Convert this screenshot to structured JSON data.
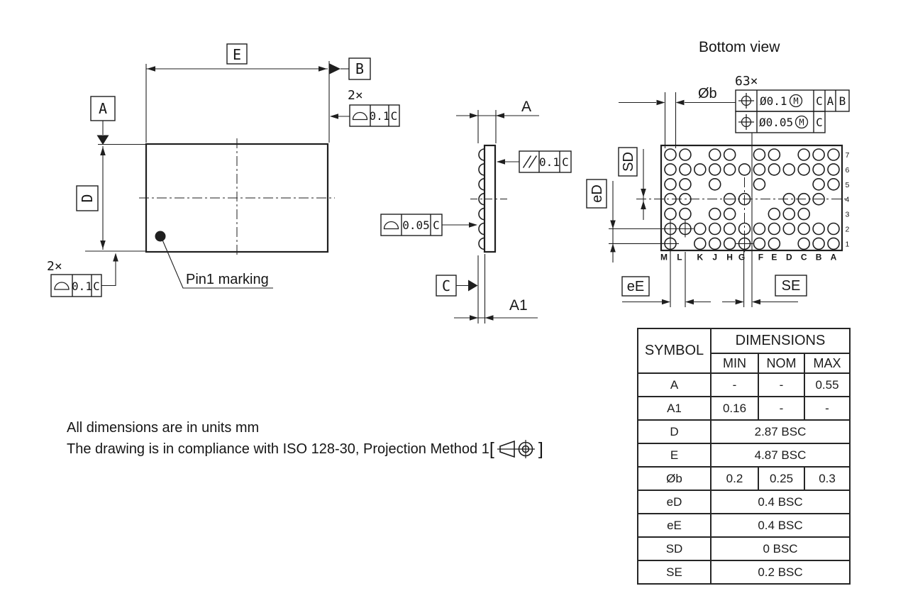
{
  "notes": {
    "line1": "All dimensions are in units mm",
    "line2_prefix": "The drawing is in compliance with ISO 128-30, Projection Method 1 ",
    "bracket_open": "[",
    "bracket_close": "]"
  },
  "colors": {
    "ink": "#1f1f1f",
    "background": "#ffffff"
  },
  "icons": {
    "profile_of_surface": "half-disc",
    "parallelism": "//",
    "position": "crosshair-circle",
    "mmc": "circled-M",
    "first_angle_projection": "cone-and-target",
    "datum_anchor": "filled-triangle"
  },
  "top_view": {
    "dim_e": "E",
    "dim_d": "D",
    "datum_a": "A",
    "datum_b": "B",
    "qty_top": "2×",
    "fcf_top": {
      "tol": "0.1",
      "datum": "C"
    },
    "qty_bottom": "2×",
    "fcf_bottom": {
      "tol": "0.1",
      "datum": "C"
    },
    "pin1_label": "Pin1 marking"
  },
  "side_view": {
    "dim_a": "A",
    "dim_a1": "A1",
    "datum_c": "C",
    "fcf_parallel": {
      "sym": "//",
      "tol": "0.1",
      "datum": "C"
    },
    "fcf_profile": {
      "sym": "profile-of-surface",
      "tol": "0.05",
      "datum": "C"
    }
  },
  "bottom_view": {
    "title": "Bottom view",
    "dim_b": "Øb",
    "qty": "63×",
    "fcf1": {
      "value": "Ø0.1",
      "mod": "M",
      "datums": [
        "C",
        "A",
        "B"
      ]
    },
    "fcf2": {
      "value": "Ø0.05",
      "mod": "M",
      "datums": [
        "C"
      ]
    },
    "labels": {
      "sd": "SD",
      "ed": "eD",
      "ee": "eE",
      "se": "SE"
    },
    "columns": [
      "M",
      "L",
      "K",
      "J",
      "H",
      "G",
      "F",
      "E",
      "D",
      "C",
      "B",
      "A"
    ],
    "rows": [
      "7",
      "6",
      "5",
      "4",
      "3",
      "2",
      "1"
    ],
    "ball_map": {
      "7": [
        "M",
        "L",
        "J",
        "H",
        "F",
        "E",
        "C",
        "B",
        "A"
      ],
      "6": [
        "M",
        "L",
        "K",
        "J",
        "H",
        "G",
        "F",
        "E",
        "D",
        "C",
        "B",
        "A"
      ],
      "5": [
        "M",
        "L",
        "J",
        "F",
        "B",
        "A"
      ],
      "4": [
        "M",
        "L",
        "H",
        "G",
        "D",
        "C",
        "B"
      ],
      "3": [
        "M",
        "L",
        "J",
        "H",
        "E",
        "D",
        "C"
      ],
      "2": [
        "M",
        "L",
        "K",
        "J",
        "H",
        "G",
        "F",
        "E",
        "D",
        "C",
        "B",
        "A"
      ],
      "1": [
        "M",
        "K",
        "J",
        "H",
        "G",
        "F",
        "E",
        "C",
        "B",
        "A"
      ]
    },
    "cross_balls": [
      "M2",
      "L2",
      "M1",
      "G1"
    ],
    "ball_count": 63
  },
  "table": {
    "headers": {
      "symbol": "SYMBOL",
      "dimensions": "DIMENSIONS",
      "min": "MIN",
      "nom": "NOM",
      "max": "MAX"
    },
    "rows": [
      {
        "symbol": "A",
        "min": "-",
        "nom": "-",
        "max": "0.55"
      },
      {
        "symbol": "A1",
        "min": "0.16",
        "nom": "-",
        "max": "-"
      },
      {
        "symbol": "D",
        "value": "2.87 BSC"
      },
      {
        "symbol": "E",
        "value": "4.87 BSC"
      },
      {
        "symbol": "Øb",
        "min": "0.2",
        "nom": "0.25",
        "max": "0.3"
      },
      {
        "symbol": "eD",
        "value": "0.4 BSC"
      },
      {
        "symbol": "eE",
        "value": "0.4 BSC"
      },
      {
        "symbol": "SD",
        "value": "0 BSC"
      },
      {
        "symbol": "SE",
        "value": "0.2 BSC"
      }
    ]
  }
}
